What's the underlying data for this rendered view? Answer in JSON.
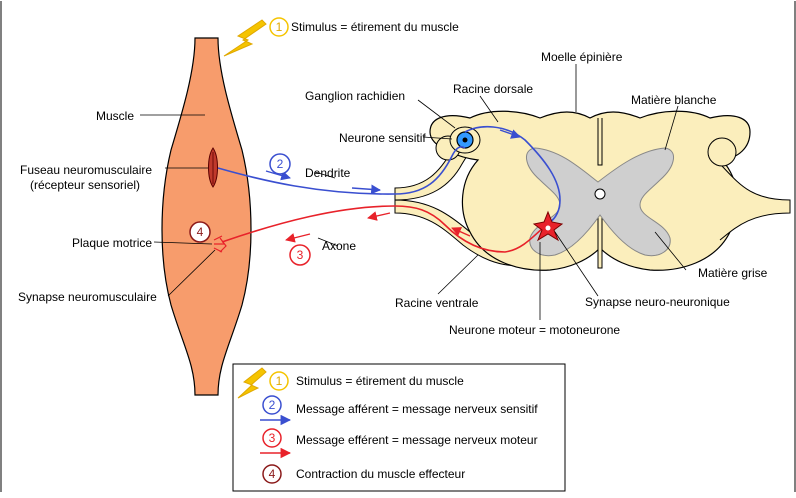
{
  "labels": {
    "stimulus": "Stimulus = étirement du muscle",
    "moelle": "Moelle épinière",
    "racine_dorsale": "Racine dorsale",
    "ganglion": "Ganglion rachidien",
    "matiere_blanche": "Matière blanche",
    "neurone_sensitif": "Neurone sensitif",
    "muscle": "Muscle",
    "fuseau_1": "Fuseau neuromusculaire",
    "fuseau_2": "(récepteur sensoriel)",
    "dendrite": "Dendrite",
    "plaque": "Plaque motrice",
    "axone": "Axone",
    "matiere_grise": "Matière grise",
    "synapse_nm": "Synapse neuromusculaire",
    "racine_ventrale": "Racine ventrale",
    "synapse_nn": "Synapse neuro-neuronique",
    "neurone_moteur": "Neurone moteur = motoneurone"
  },
  "badges": {
    "n1": "1",
    "n2": "2",
    "n3": "3",
    "n4": "4"
  },
  "legend": [
    {
      "num": "1",
      "text": "Stimulus = étirement du muscle"
    },
    {
      "num": "2",
      "text": "Message afférent = message nerveux sensitif"
    },
    {
      "num": "3",
      "text": "Message efférent = message nerveux moteur"
    },
    {
      "num": "4",
      "text": "Contraction du muscle effecteur"
    }
  ],
  "colors": {
    "stimulus": "#f5c400",
    "afferent": "#3a4fd0",
    "efferent": "#e8222a",
    "contraction": "#8b1a1a",
    "muscle": "#f79c6c",
    "nerve": "#fbeebc",
    "grey_matter": "#cfcfcf"
  }
}
